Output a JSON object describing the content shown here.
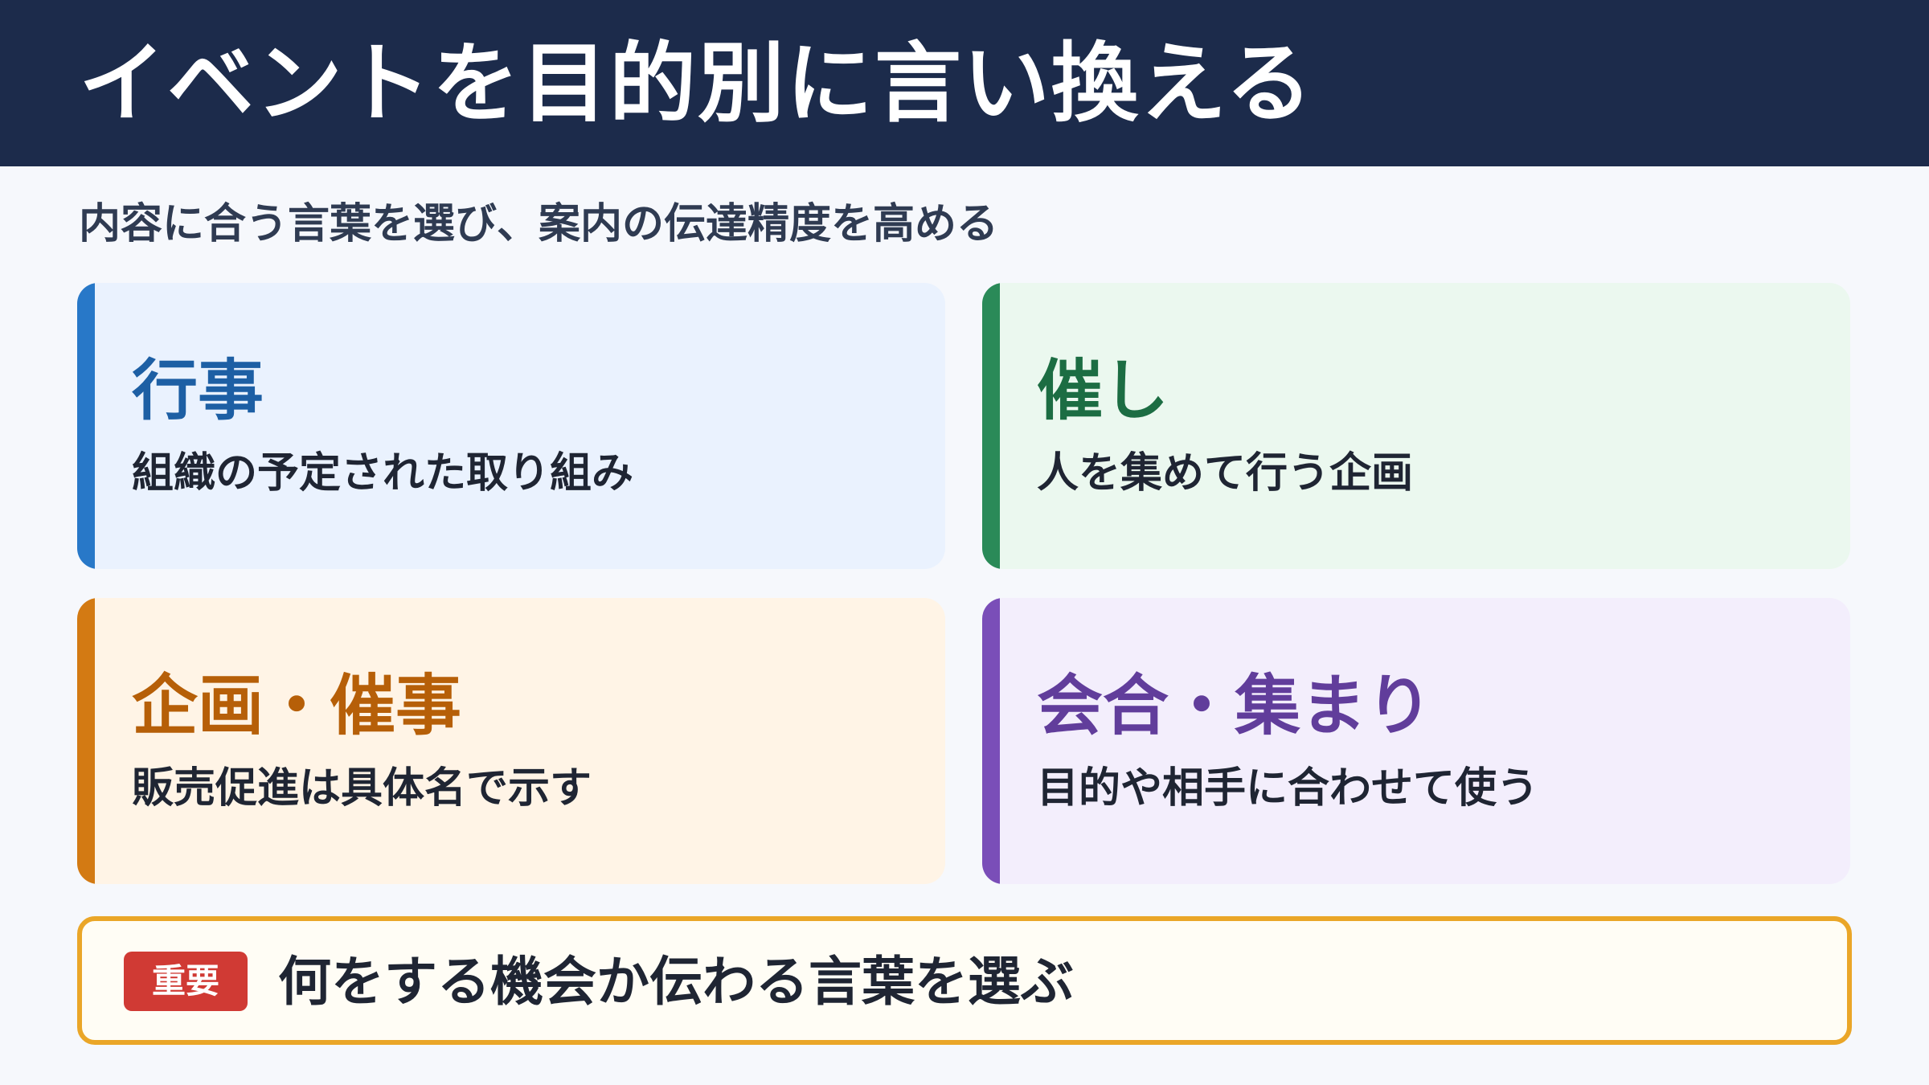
{
  "header": {
    "title": "イベントを目的別に言い換える"
  },
  "subtitle": "内容に合う言葉を選び、案内の伝達精度を高める",
  "cards": [
    {
      "title": "行事",
      "description": "組織の予定された取り組み",
      "accent_color": "#2878c8",
      "background_color": "#eaf2fe",
      "title_color": "#1d5fa4"
    },
    {
      "title": "催し",
      "description": "人を集めて行う企画",
      "accent_color": "#2a8a58",
      "background_color": "#ebf8ef",
      "title_color": "#1c6d43"
    },
    {
      "title": "企画・催事",
      "description": "販売促進は具体名で示す",
      "accent_color": "#d37a13",
      "background_color": "#fff4e6",
      "title_color": "#b65f08"
    },
    {
      "title": "会合・集まり",
      "description": "目的や相手に合わせて使う",
      "accent_color": "#7a4eb8",
      "background_color": "#f3eefc",
      "title_color": "#613d9b"
    }
  ],
  "note": {
    "badge": "重要",
    "text": "何をする機会か伝わる言葉を選ぶ",
    "badge_color": "#d03a34",
    "border_color": "#eaa628"
  }
}
